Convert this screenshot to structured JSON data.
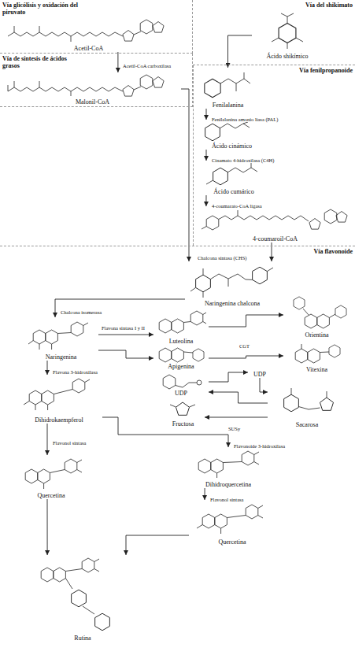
{
  "diagram": {
    "nodes": [
      {
        "text": [
          "Vía glicólisis y oxidación del piruvato"
        ]
      },
      {
        "text": [
          "Acetil-CoA"
        ],
        "in": 0
      },
      {
        "text": [
          "Vía del shikimato"
        ]
      },
      {
        "text": [
          "Ácido shikímico"
        ],
        "in": 2
      },
      {
        "text": [
          "Vía de síntesis de ácidos grasos"
        ]
      },
      {
        "text": [
          "Malonil-CoA"
        ],
        "in": 4
      },
      {
        "text": [
          "Vía fenilpropanoide"
        ]
      },
      {
        "text": [
          "Fenilalanina"
        ],
        "in": 6
      },
      {
        "text": [
          "Ácido cinámico"
        ],
        "in": 6
      },
      {
        "text": [
          "Ácido cumárico"
        ],
        "in": 6
      },
      {
        "text": [
          "4-coumaroil-CoA"
        ],
        "in": 6
      },
      {
        "text": [
          "Vía flavonoide"
        ]
      },
      {
        "text": [
          "Naringenina chalcona"
        ],
        "in": 11
      },
      {
        "text": [
          "Naringenina"
        ],
        "in": 11
      },
      {
        "text": [
          "Luteolina"
        ],
        "in": 11
      },
      {
        "text": [
          "Apigenina"
        ],
        "in": 11
      },
      {
        "text": [
          "UDP"
        ],
        "in": 11
      },
      {
        "text": [
          "Fructosa"
        ],
        "in": 11
      },
      {
        "text": [
          "Orientina"
        ],
        "in": 11
      },
      {
        "text": [
          "Vitexina"
        ],
        "in": 11
      },
      {
        "text": [
          "UDP"
        ],
        "in": 11
      },
      {
        "text": [
          "Sacarosa"
        ],
        "in": 11
      },
      {
        "text": [
          "Dihidrokaempferol"
        ],
        "in": 11
      },
      {
        "text": [
          "Quercetina"
        ],
        "in": 11
      },
      {
        "text": [
          "Dihidroquercetina"
        ],
        "in": 11
      },
      {
        "text": [
          "Quercetina"
        ],
        "in": 11
      },
      {
        "text": [
          "Rutina"
        ],
        "in": 11
      }
    ],
    "edges": [
      {
        "from": 1,
        "to": 5,
        "arrow": "to",
        "label": "Acetil-CoA carboxilasa"
      },
      {
        "from": 3,
        "to": 7,
        "arrow": "to"
      },
      {
        "from": 7,
        "to": 8,
        "arrow": "to",
        "label": "Fenilalanina amonio liasa (PAL)"
      },
      {
        "from": 8,
        "to": 9,
        "arrow": "to",
        "label": "Cinamato 4-hidroxilasa (C4H)"
      },
      {
        "from": 9,
        "to": 10,
        "arrow": "to",
        "label": "4-coumarato-CoA ligasa"
      },
      {
        "from": 5,
        "to": 12,
        "arrow": "to"
      },
      {
        "from": 10,
        "to": 12,
        "arrow": "to",
        "label": "Chalcona sintasa (CHS)"
      },
      {
        "from": 12,
        "to": 13,
        "arrow": "to",
        "label": "Chalcona isomerasa"
      },
      {
        "from": 13,
        "to": 14,
        "arrow": "to",
        "label": "Flavona sintasa I y II"
      },
      {
        "from": 13,
        "to": 15,
        "arrow": "to"
      },
      {
        "from": 14,
        "to": 18,
        "arrow": "to",
        "label": "CGT"
      },
      {
        "from": 15,
        "to": 19,
        "arrow": "to"
      },
      {
        "from": 16,
        "to": 20,
        "arrow": "to"
      },
      {
        "from": 20,
        "to": 21,
        "arrow": "to"
      },
      {
        "from": 21,
        "to": 16,
        "arrow": "to"
      },
      {
        "from": 21,
        "to": 17,
        "arrow": "to",
        "label": "SUSy"
      },
      {
        "from": 13,
        "to": 22,
        "arrow": "to",
        "label": "Flavona 3-hidroxilasa"
      },
      {
        "from": 22,
        "to": 23,
        "arrow": "to",
        "label": "Flavonol sintasa"
      },
      {
        "from": 22,
        "to": 24,
        "arrow": "to",
        "label": "Flavonoide 3-hidroxilasa"
      },
      {
        "from": 24,
        "to": 25,
        "arrow": "to",
        "label": "Flavonol sintasa"
      },
      {
        "from": 25,
        "to": 26,
        "arrow": "to"
      },
      {
        "from": 23,
        "to": 26,
        "arrow": "to"
      }
    ]
  }
}
